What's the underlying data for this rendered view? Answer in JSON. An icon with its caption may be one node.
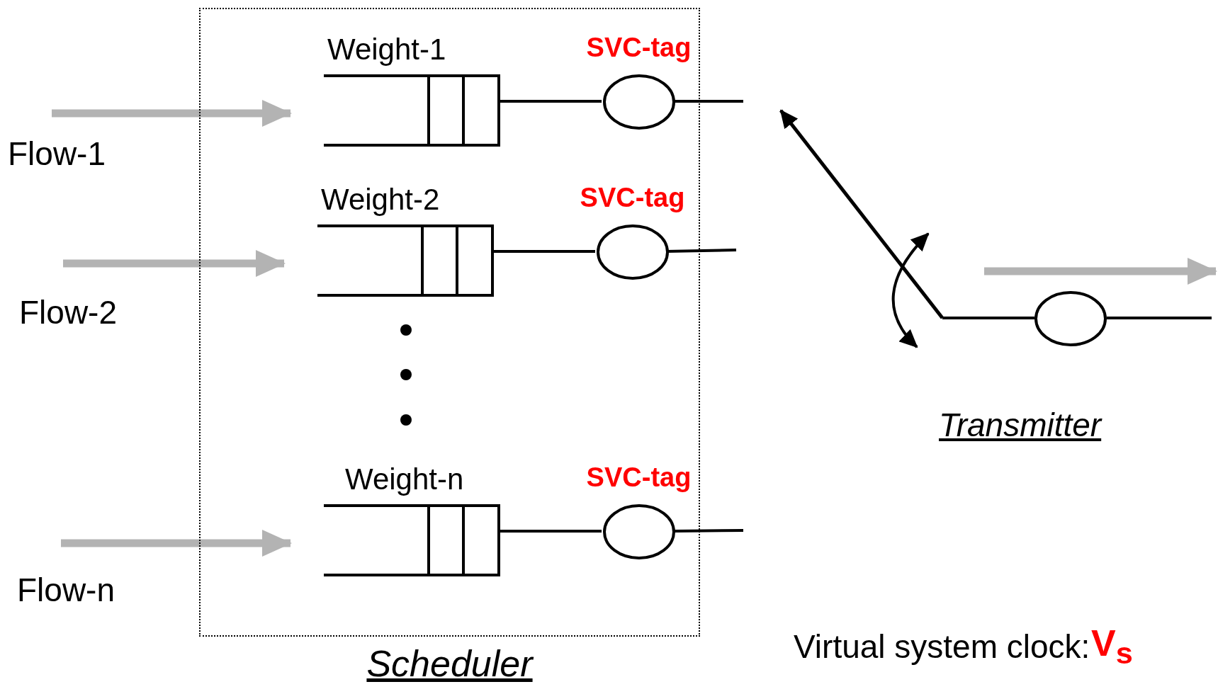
{
  "diagram": {
    "nodes": [
      {
        "text": [
          "Scheduler"
        ]
      },
      {
        "text": [
          "Flow-1"
        ]
      },
      {
        "text": [
          "Weight-1"
        ],
        "in": 0
      },
      {
        "text": [
          "SVC-tag"
        ],
        "in": 0
      },
      {
        "text": [
          "Flow-2"
        ]
      },
      {
        "text": [
          "Weight-2"
        ],
        "in": 0
      },
      {
        "text": [
          "SVC-tag"
        ],
        "in": 0
      },
      {
        "text": [
          "Flow-n"
        ]
      },
      {
        "text": [
          "Weight-n"
        ],
        "in": 0
      },
      {
        "text": [
          "SVC-tag"
        ],
        "in": 0
      },
      {
        "text": [],
        "shape": "circle"
      }
    ],
    "edges": [
      {
        "from": 1,
        "to": 2,
        "arrow": "to",
        "style": "thick",
        "color": "#b3b3b3"
      },
      {
        "from": 2,
        "to": 3,
        "arrow": "none"
      },
      {
        "from": 3,
        "to": null,
        "arrow": "none"
      },
      {
        "from": 4,
        "to": 5,
        "arrow": "to",
        "style": "thick",
        "color": "#b3b3b3"
      },
      {
        "from": 5,
        "to": 6,
        "arrow": "none"
      },
      {
        "from": 6,
        "to": null,
        "arrow": "none"
      },
      {
        "from": 7,
        "to": 8,
        "arrow": "to",
        "style": "thick",
        "color": "#b3b3b3"
      },
      {
        "from": 8,
        "to": 9,
        "arrow": "none"
      },
      {
        "from": 9,
        "to": null,
        "arrow": "none"
      },
      {
        "from": null,
        "to": 10,
        "arrow": "none"
      },
      {
        "from": 10,
        "to": null,
        "arrow": "none"
      }
    ],
    "labels": [
      "Transmitter",
      "Virtual system clock:",
      "V$_{s}$"
    ]
  }
}
